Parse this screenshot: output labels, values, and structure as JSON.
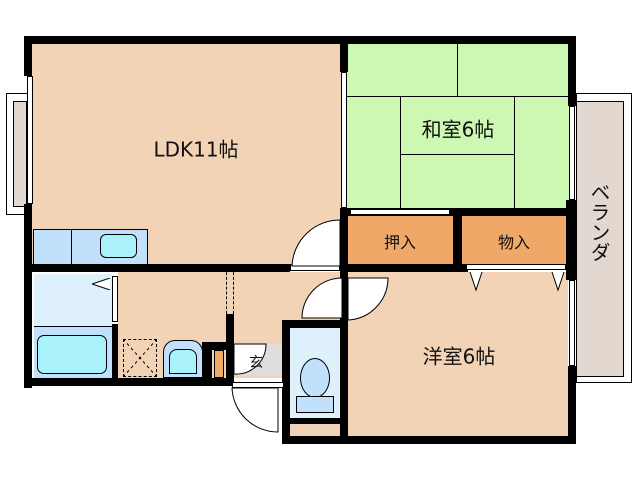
{
  "floor_plan": {
    "rooms": [
      {
        "id": "ldk",
        "label": "LDK11帖",
        "color": "#f2d3b5"
      },
      {
        "id": "washitsu",
        "label": "和室6帖",
        "color": "#ccf8b4"
      },
      {
        "id": "oshiire",
        "label": "押入",
        "color": "#f0a868"
      },
      {
        "id": "monoire",
        "label": "物入",
        "color": "#f0a868"
      },
      {
        "id": "youshitsu",
        "label": "洋室6帖",
        "color": "#f2d3b5"
      },
      {
        "id": "veranda",
        "label": "ベランダ",
        "color": "#e2d8d0"
      },
      {
        "id": "genkan",
        "label": "玄",
        "color": "#dddddd"
      }
    ],
    "fixtures": {
      "kitchen_color": "#c0e0fc",
      "sink_color": "#aaf2fa",
      "bath_color": "#c0e0fc",
      "toilet_color": "#c0e0fc",
      "washroom_color": "#ddf0fc"
    },
    "wall_color": "#000000"
  }
}
